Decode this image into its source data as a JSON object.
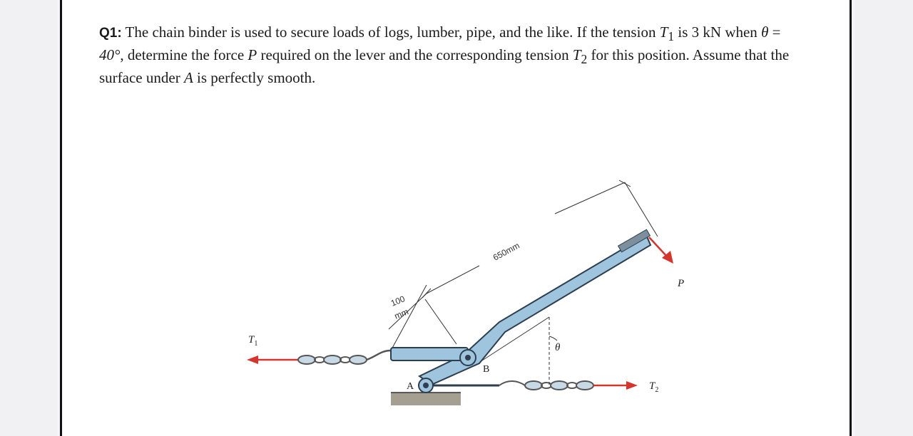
{
  "question": {
    "label": "Q1:",
    "segments": [
      " The chain binder is used to secure loads of logs, lumber, pipe, and the like. If the tension ",
      "T",
      "1",
      " is 3 kN when ",
      "θ",
      " = ",
      "40°",
      ", determine the force ",
      "P",
      " required on the lever and the corresponding tension ",
      "T",
      "2",
      " for this position. Assume that the surface under ",
      "A",
      " is perfectly smooth."
    ]
  },
  "figure": {
    "dim_650": "650mm",
    "dim_100_top": "100",
    "dim_100_bottom": "mm",
    "label_T1": "T",
    "label_T1_sub": "1",
    "label_T2": "T",
    "label_T2_sub": "2",
    "label_P": "P",
    "label_theta": "θ",
    "label_A": "A",
    "label_B": "B",
    "colors": {
      "lever": "#9fc4de",
      "lever_stroke": "#2c3e50",
      "force_arrow": "#d4352d",
      "ground": "#a59f92"
    }
  }
}
